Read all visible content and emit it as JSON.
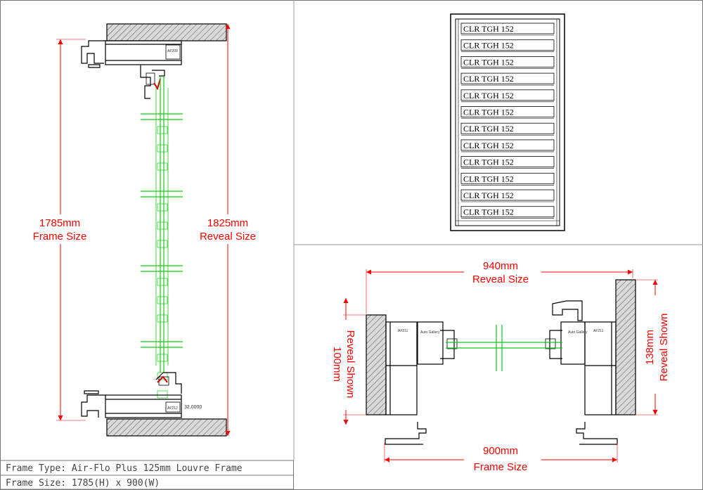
{
  "vertical_section": {
    "frame_size": {
      "value": "1785mm",
      "label": "Frame Size"
    },
    "reveal_size": {
      "value": "1825mm",
      "label": "Reveal Size"
    },
    "profile_top": "AF209",
    "profile_bottom": "AF212",
    "offset_value": "32.0000"
  },
  "elevation": {
    "blade_label": "CLR TGH 152",
    "blades": [
      "CLR TGH 152",
      "CLR TGH 152",
      "CLR TGH 152",
      "CLR TGH 152",
      "CLR TGH 152",
      "CLR TGH 152",
      "CLR TGH 152",
      "CLR TGH 152",
      "CLR TGH 152",
      "CLR TGH 152",
      "CLR TGH 152",
      "CLR TGH 152"
    ]
  },
  "plan_section": {
    "reveal_size": {
      "value": "940mm",
      "label": "Reveal Size"
    },
    "frame_size": {
      "value": "900mm",
      "label": "Frame Size"
    },
    "left_reveal": {
      "value": "100mm",
      "label": "Reveal Shown"
    },
    "right_reveal": {
      "value": "138mm",
      "label": "Reveal Shown"
    },
    "profile_left": "AF211",
    "profile_right": "AF211",
    "gallery_label": "Auto Gallery"
  },
  "title_block": {
    "frame_type": "Frame Type:  Air-Flo Plus 125mm Louvre Frame",
    "frame_size": "Frame Size:  1785(H) x 900(W)"
  }
}
